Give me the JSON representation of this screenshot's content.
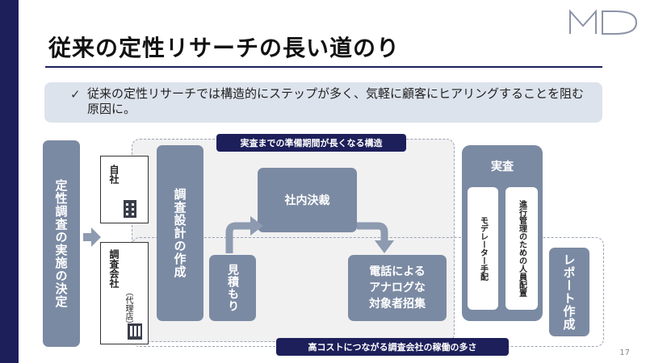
{
  "slide": {
    "title": "従来の定性リサーチの長い道のり",
    "page_number": "17",
    "logo_text": "MD"
  },
  "callout": {
    "check_icon": "✓",
    "text": "従来の定性リサーチでは構造的にステップが多く、気軽に顧客にヒアリングすることを阻む原因に。"
  },
  "diagram": {
    "start_label": "定性調査の実施の決定",
    "actors": {
      "self": "自社",
      "agency": "調査会社",
      "agency_note": "（代理店）"
    },
    "bands": {
      "top": "実査までの準備期間が長くなる構造",
      "bottom": "高コストにつながる調査会社の稼働の多さ"
    },
    "steps": {
      "design": "調査設計の作成",
      "estimate": "見積もり",
      "approval": "社内決裁",
      "recruit_line1": "電話による",
      "recruit_line2": "アナログな",
      "recruit_line3": "対象者招集",
      "fieldwork": "実査",
      "moderator": "モデレーター手配",
      "progress": "進行管理のための人員配置",
      "report": "レポート作成"
    },
    "colors": {
      "navy": "#1d1f5a",
      "step_gray": "#7b8aa3",
      "zone_bg": "#f1f1f2"
    }
  }
}
